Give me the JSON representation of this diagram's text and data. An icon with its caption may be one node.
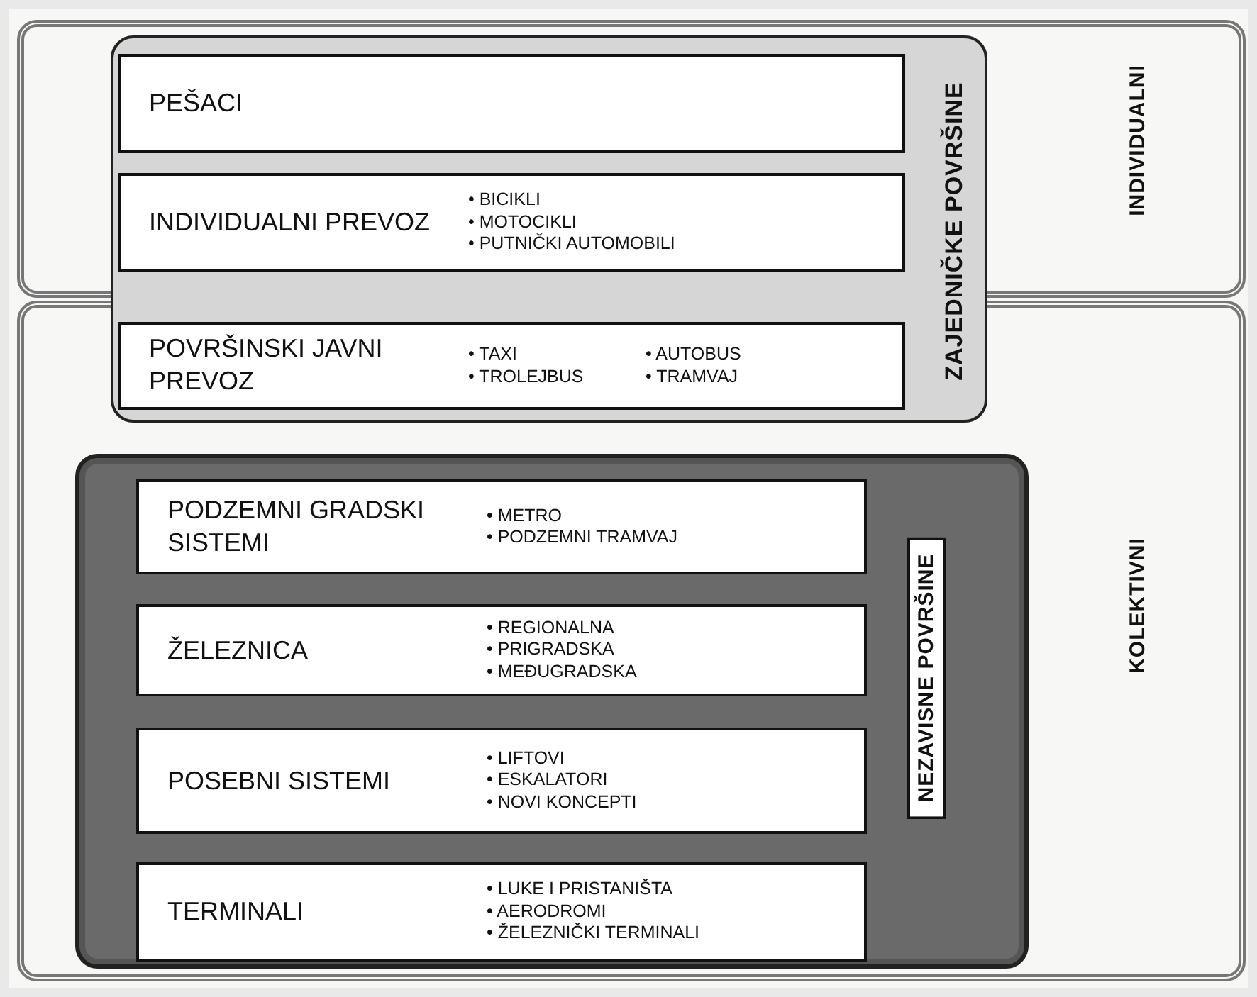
{
  "diagram": {
    "nodes": [
      {
        "text": [
          "INDIVIDUALNI"
        ]
      },
      {
        "text": [
          "KOLEKTIVNI"
        ]
      },
      {
        "text": [
          "ZAJEDNIČKE POVRŠINE"
        ]
      },
      {
        "text": [
          "PEŠACI"
        ]
      },
      {
        "text": [
          "INDIVIDUALNI PREVOZ",
          "• BICIKLI",
          "• MOTOCIKLI",
          "• PUTNIČKI AUTOMOBILI"
        ]
      },
      {
        "text": [
          "POVRŠINSKI JAVNI PREVOZ",
          "• TAXI",
          "• AUTOBUS",
          "• TROLEJBUS",
          "• TRAMVAJ"
        ]
      },
      {
        "text": [
          "NEZAVISNE POVRŠINE"
        ],
        "in": 1
      },
      {
        "text": [
          "PODZEMNI GRADSKI SISTEMI",
          "• METRO",
          "• PODZEMNI TRAMVAJ"
        ],
        "in": 6
      },
      {
        "text": [
          "ŽELEZNICA",
          "• REGIONALNA",
          "• PRIGRADSKA",
          "• MEĐUGRADSKA"
        ],
        "in": 6
      },
      {
        "text": [
          "POSEBNI SISTEMI",
          "• LIFTOVI",
          "• ESKALATORI",
          "• NOVI KONCEPTI"
        ],
        "in": 6
      },
      {
        "text": [
          "TERMINALI",
          "• LUKE I PRISTANIŠTA",
          "• AERODROMI",
          "• ŽELEZNIČKI TERMINALI"
        ],
        "in": 6
      }
    ]
  }
}
